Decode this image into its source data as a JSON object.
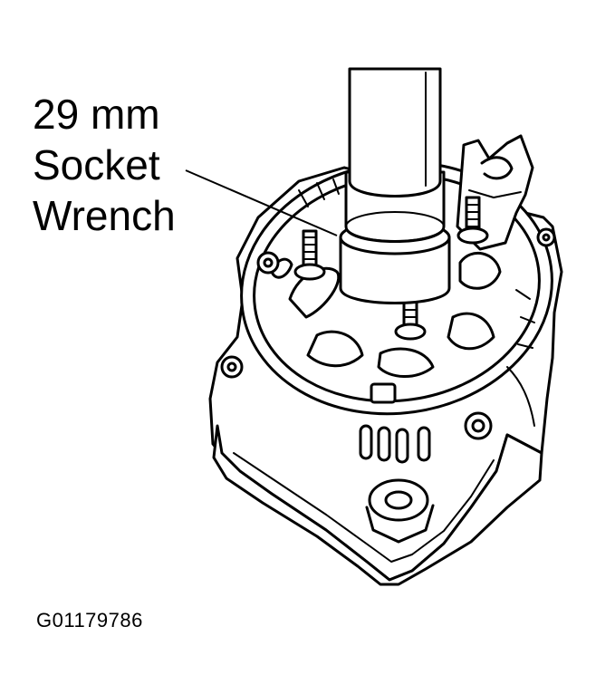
{
  "callout": {
    "line1": "29 mm",
    "line2": "Socket",
    "line3": "Wrench"
  },
  "figure_id": "G01179786"
}
